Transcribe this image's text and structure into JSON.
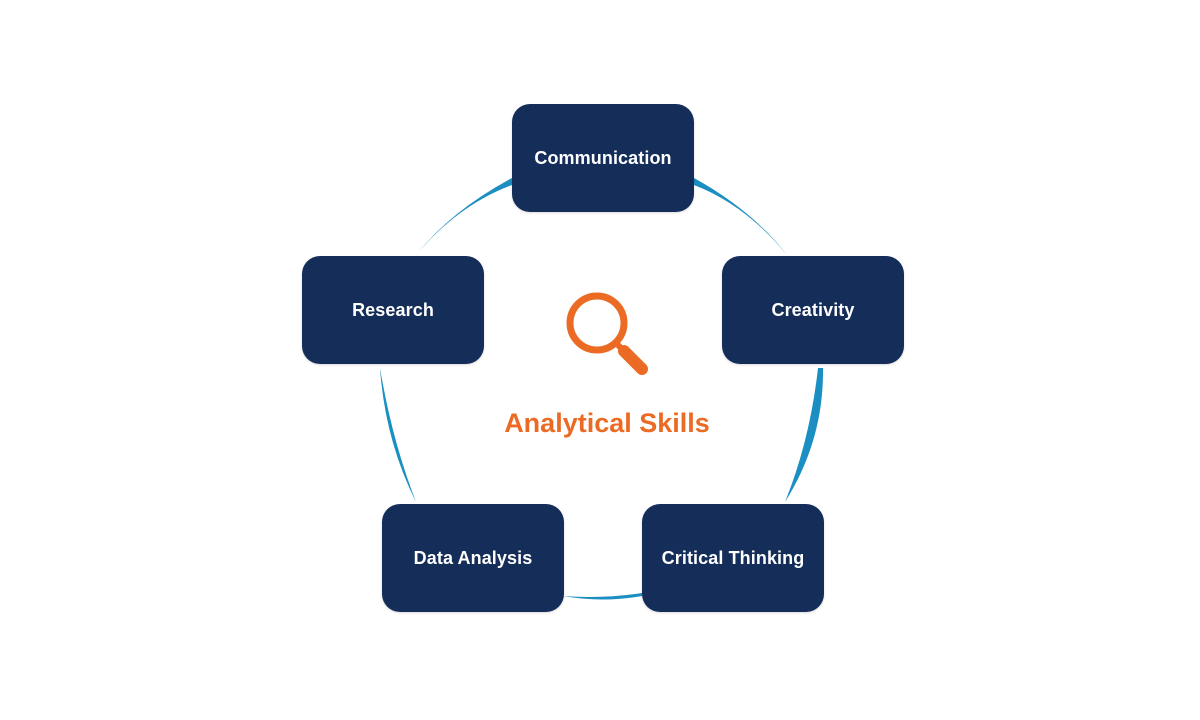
{
  "diagram": {
    "type": "cycle",
    "center": {
      "title": "Analytical Skills",
      "icon": "magnifying-glass-icon",
      "color": "#ec6b24"
    },
    "nodes": [
      {
        "label": "Communication"
      },
      {
        "label": "Creativity"
      },
      {
        "label": "Critical Thinking"
      },
      {
        "label": "Data Analysis"
      },
      {
        "label": "Research"
      }
    ],
    "colors": {
      "node_fill": "#142d59",
      "node_text": "#ffffff",
      "connector": "#1b8fc1",
      "background": "#ffffff"
    }
  }
}
